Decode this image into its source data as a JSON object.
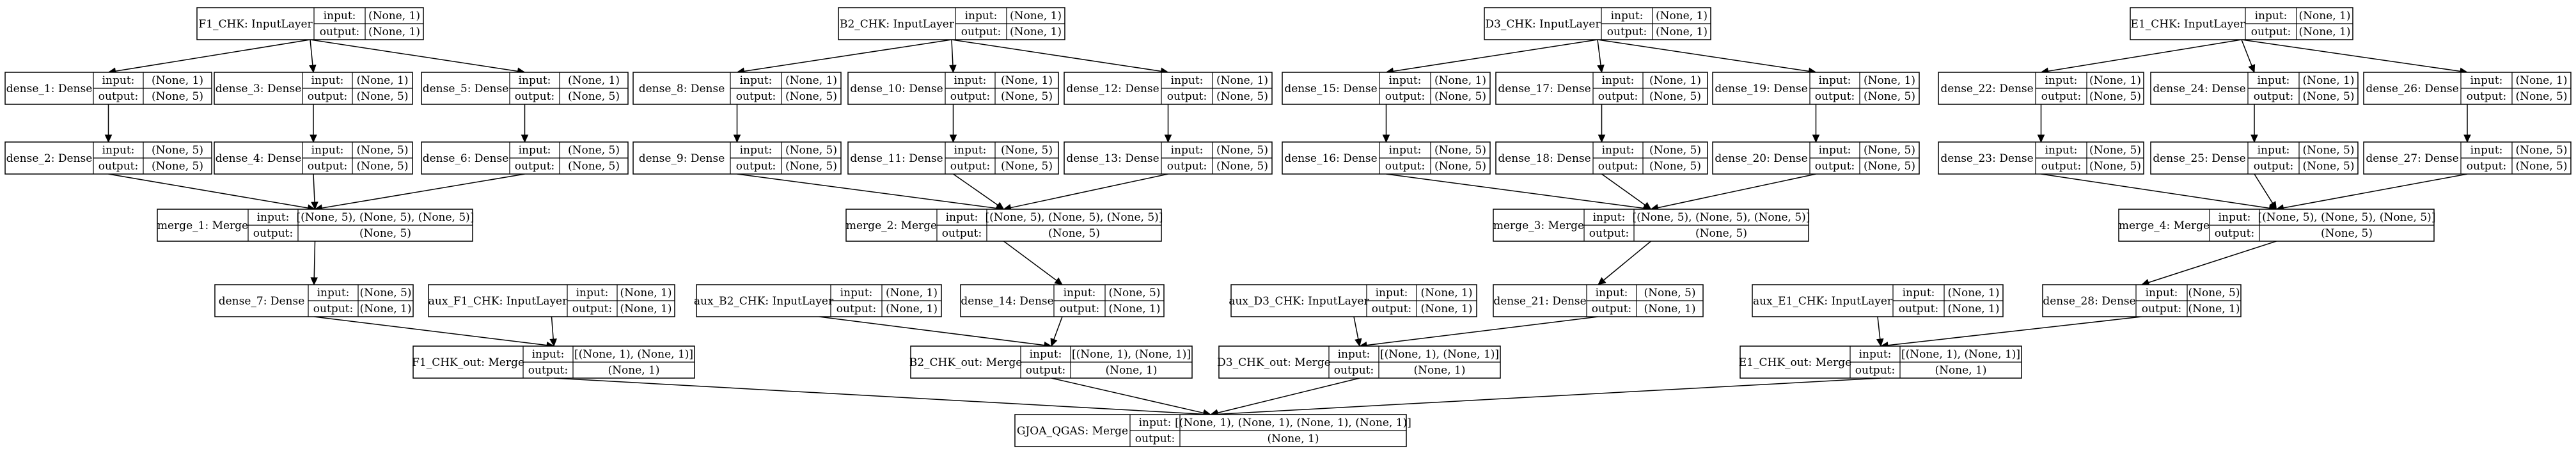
{
  "nodes": [
    {
      "id": "F1_CHK",
      "label": "F1_CHK: InputLayer",
      "input": "(None, 1)",
      "output": "(None, 1)"
    },
    {
      "id": "dense_1",
      "label": "dense_1: Dense",
      "input": "(None, 1)",
      "output": "(None, 5)"
    },
    {
      "id": "dense_3",
      "label": "dense_3: Dense",
      "input": "(None, 1)",
      "output": "(None, 5)"
    },
    {
      "id": "dense_5",
      "label": "dense_5: Dense",
      "input": "(None, 1)",
      "output": "(None, 5)"
    },
    {
      "id": "dense_2",
      "label": "dense_2: Dense",
      "input": "(None, 5)",
      "output": "(None, 5)"
    },
    {
      "id": "dense_4",
      "label": "dense_4: Dense",
      "input": "(None, 5)",
      "output": "(None, 5)"
    },
    {
      "id": "dense_6",
      "label": "dense_6: Dense",
      "input": "(None, 5)",
      "output": "(None, 5)"
    },
    {
      "id": "merge_1",
      "label": "merge_1: Merge",
      "input": "[(None, 5), (None, 5), (None, 5)]",
      "output": "(None, 5)"
    },
    {
      "id": "dense_7",
      "label": "dense_7: Dense",
      "input": "(None, 5)",
      "output": "(None, 1)"
    },
    {
      "id": "aux_F1_CHK",
      "label": "aux_F1_CHK: InputLayer",
      "input": "(None, 1)",
      "output": "(None, 1)"
    },
    {
      "id": "F1_CHK_out",
      "label": "F1_CHK_out: Merge",
      "input": "[(None, 1), (None, 1)]",
      "output": "(None, 1)"
    },
    {
      "id": "B2_CHK",
      "label": "B2_CHK: InputLayer",
      "input": "(None, 1)",
      "output": "(None, 1)"
    },
    {
      "id": "dense_8",
      "label": "dense_8: Dense",
      "input": "(None, 1)",
      "output": "(None, 5)"
    },
    {
      "id": "dense_10",
      "label": "dense_10: Dense",
      "input": "(None, 1)",
      "output": "(None, 5)"
    },
    {
      "id": "dense_12",
      "label": "dense_12: Dense",
      "input": "(None, 1)",
      "output": "(None, 5)"
    },
    {
      "id": "dense_9",
      "label": "dense_9: Dense",
      "input": "(None, 5)",
      "output": "(None, 5)"
    },
    {
      "id": "dense_11",
      "label": "dense_11: Dense",
      "input": "(None, 5)",
      "output": "(None, 5)"
    },
    {
      "id": "dense_13",
      "label": "dense_13: Dense",
      "input": "(None, 5)",
      "output": "(None, 5)"
    },
    {
      "id": "merge_2",
      "label": "merge_2: Merge",
      "input": "[(None, 5), (None, 5), (None, 5)]",
      "output": "(None, 5)"
    },
    {
      "id": "aux_B2_CHK",
      "label": "aux_B2_CHK: InputLayer",
      "input": "(None, 1)",
      "output": "(None, 1)"
    },
    {
      "id": "dense_14",
      "label": "dense_14: Dense",
      "input": "(None, 5)",
      "output": "(None, 1)"
    },
    {
      "id": "B2_CHK_out",
      "label": "B2_CHK_out: Merge",
      "input": "[(None, 1), (None, 1)]",
      "output": "(None, 1)"
    },
    {
      "id": "D3_CHK",
      "label": "D3_CHK: InputLayer",
      "input": "(None, 1)",
      "output": "(None, 1)"
    },
    {
      "id": "dense_15",
      "label": "dense_15: Dense",
      "input": "(None, 1)",
      "output": "(None, 5)"
    },
    {
      "id": "dense_17",
      "label": "dense_17: Dense",
      "input": "(None, 1)",
      "output": "(None, 5)"
    },
    {
      "id": "dense_19",
      "label": "dense_19: Dense",
      "input": "(None, 1)",
      "output": "(None, 5)"
    },
    {
      "id": "dense_16",
      "label": "dense_16: Dense",
      "input": "(None, 5)",
      "output": "(None, 5)"
    },
    {
      "id": "dense_18",
      "label": "dense_18: Dense",
      "input": "(None, 5)",
      "output": "(None, 5)"
    },
    {
      "id": "dense_20",
      "label": "dense_20: Dense",
      "input": "(None, 5)",
      "output": "(None, 5)"
    },
    {
      "id": "merge_3",
      "label": "merge_3: Merge",
      "input": "[(None, 5), (None, 5), (None, 5)]",
      "output": "(None, 5)"
    },
    {
      "id": "aux_D3_CHK",
      "label": "aux_D3_CHK: InputLayer",
      "input": "(None, 1)",
      "output": "(None, 1)"
    },
    {
      "id": "dense_21",
      "label": "dense_21: Dense",
      "input": "(None, 5)",
      "output": "(None, 1)"
    },
    {
      "id": "D3_CHK_out",
      "label": "D3_CHK_out: Merge",
      "input": "[(None, 1), (None, 1)]",
      "output": "(None, 1)"
    },
    {
      "id": "E1_CHK",
      "label": "E1_CHK: InputLayer",
      "input": "(None, 1)",
      "output": "(None, 1)"
    },
    {
      "id": "dense_22",
      "label": "dense_22: Dense",
      "input": "(None, 1)",
      "output": "(None, 5)"
    },
    {
      "id": "dense_24",
      "label": "dense_24: Dense",
      "input": "(None, 1)",
      "output": "(None, 5)"
    },
    {
      "id": "dense_26",
      "label": "dense_26: Dense",
      "input": "(None, 1)",
      "output": "(None, 5)"
    },
    {
      "id": "dense_23",
      "label": "dense_23: Dense",
      "input": "(None, 5)",
      "output": "(None, 5)"
    },
    {
      "id": "dense_25",
      "label": "dense_25: Dense",
      "input": "(None, 5)",
      "output": "(None, 5)"
    },
    {
      "id": "dense_27",
      "label": "dense_27: Dense",
      "input": "(None, 5)",
      "output": "(None, 5)"
    },
    {
      "id": "merge_4",
      "label": "merge_4: Merge",
      "input": "[(None, 5), (None, 5), (None, 5)]",
      "output": "(None, 5)"
    },
    {
      "id": "dense_28",
      "label": "dense_28: Dense",
      "input": "(None, 5)",
      "output": "(None, 1)"
    },
    {
      "id": "aux_E1_CHK",
      "label": "aux_E1_CHK: InputLayer",
      "input": "(None, 1)",
      "output": "(None, 1)"
    },
    {
      "id": "E1_CHK_out",
      "label": "E1_CHK_out: Merge",
      "input": "[(None, 1), (None, 1)]",
      "output": "(None, 1)"
    },
    {
      "id": "GJOA_QGAS",
      "label": "GJOA_QGAS: Merge",
      "input": "[(None, 1), (None, 1), (None, 1), (None, 1)]",
      "output": "(None, 1)"
    }
  ],
  "port_labels": {
    "input": "input:",
    "output": "output:"
  },
  "edges": [
    [
      "F1_CHK",
      "dense_1"
    ],
    [
      "F1_CHK",
      "dense_3"
    ],
    [
      "F1_CHK",
      "dense_5"
    ],
    [
      "dense_1",
      "dense_2"
    ],
    [
      "dense_3",
      "dense_4"
    ],
    [
      "dense_5",
      "dense_6"
    ],
    [
      "dense_2",
      "merge_1"
    ],
    [
      "dense_4",
      "merge_1"
    ],
    [
      "dense_6",
      "merge_1"
    ],
    [
      "merge_1",
      "dense_7"
    ],
    [
      "dense_7",
      "F1_CHK_out"
    ],
    [
      "aux_F1_CHK",
      "F1_CHK_out"
    ],
    [
      "B2_CHK",
      "dense_8"
    ],
    [
      "B2_CHK",
      "dense_10"
    ],
    [
      "B2_CHK",
      "dense_12"
    ],
    [
      "dense_8",
      "dense_9"
    ],
    [
      "dense_10",
      "dense_11"
    ],
    [
      "dense_12",
      "dense_13"
    ],
    [
      "dense_9",
      "merge_2"
    ],
    [
      "dense_11",
      "merge_2"
    ],
    [
      "dense_13",
      "merge_2"
    ],
    [
      "merge_2",
      "dense_14"
    ],
    [
      "aux_B2_CHK",
      "B2_CHK_out"
    ],
    [
      "dense_14",
      "B2_CHK_out"
    ],
    [
      "D3_CHK",
      "dense_15"
    ],
    [
      "D3_CHK",
      "dense_17"
    ],
    [
      "D3_CHK",
      "dense_19"
    ],
    [
      "dense_15",
      "dense_16"
    ],
    [
      "dense_17",
      "dense_18"
    ],
    [
      "dense_19",
      "dense_20"
    ],
    [
      "dense_16",
      "merge_3"
    ],
    [
      "dense_18",
      "merge_3"
    ],
    [
      "dense_20",
      "merge_3"
    ],
    [
      "merge_3",
      "dense_21"
    ],
    [
      "aux_D3_CHK",
      "D3_CHK_out"
    ],
    [
      "dense_21",
      "D3_CHK_out"
    ],
    [
      "E1_CHK",
      "dense_22"
    ],
    [
      "E1_CHK",
      "dense_24"
    ],
    [
      "E1_CHK",
      "dense_26"
    ],
    [
      "dense_22",
      "dense_23"
    ],
    [
      "dense_24",
      "dense_25"
    ],
    [
      "dense_26",
      "dense_27"
    ],
    [
      "dense_23",
      "merge_4"
    ],
    [
      "dense_25",
      "merge_4"
    ],
    [
      "dense_27",
      "merge_4"
    ],
    [
      "merge_4",
      "dense_28"
    ],
    [
      "aux_E1_CHK",
      "E1_CHK_out"
    ],
    [
      "dense_28",
      "E1_CHK_out"
    ],
    [
      "F1_CHK_out",
      "GJOA_QGAS"
    ],
    [
      "B2_CHK_out",
      "GJOA_QGAS"
    ],
    [
      "D3_CHK_out",
      "GJOA_QGAS"
    ],
    [
      "E1_CHK_out",
      "GJOA_QGAS"
    ]
  ]
}
